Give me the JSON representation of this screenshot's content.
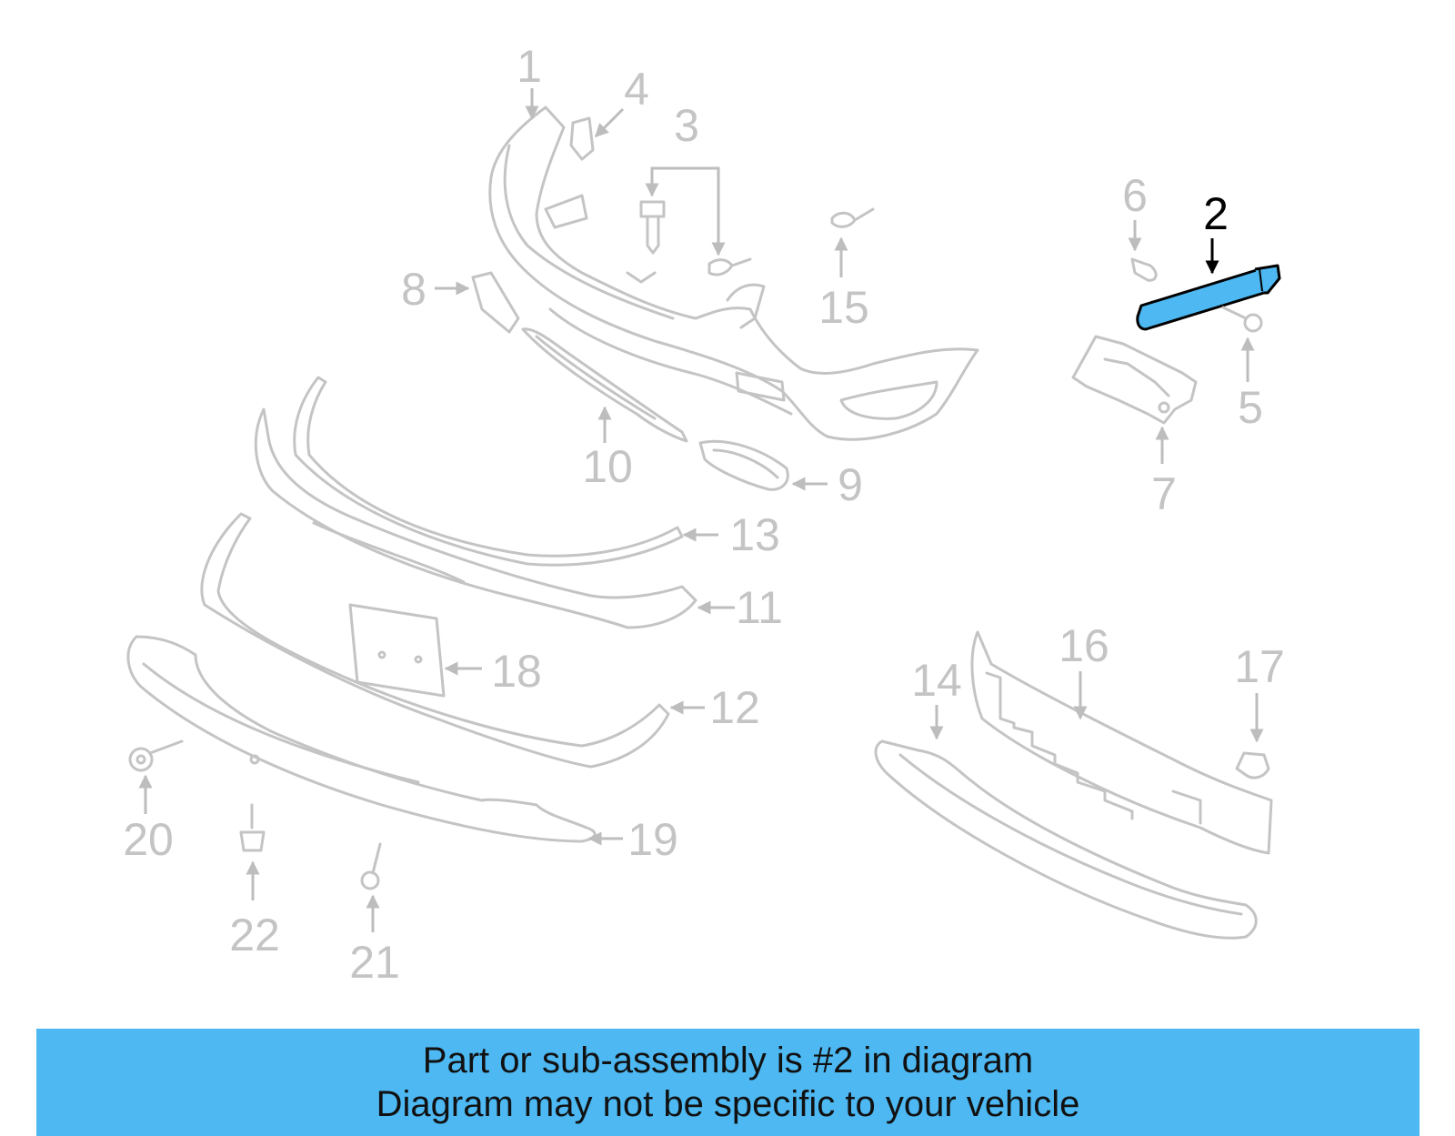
{
  "diagram": {
    "highlighted_part": "2",
    "highlight_color": "#4db8f2",
    "callouts": {
      "c1": "1",
      "c2": "2",
      "c3": "3",
      "c4": "4",
      "c5": "5",
      "c6": "6",
      "c7": "7",
      "c8": "8",
      "c9": "9",
      "c10": "10",
      "c11": "11",
      "c12": "12",
      "c13": "13",
      "c14": "14",
      "c15": "15",
      "c16": "16",
      "c17": "17",
      "c18": "18",
      "c19": "19",
      "c20": "20",
      "c21": "21",
      "c22": "22"
    }
  },
  "banner": {
    "line1": "Part or sub-assembly is #2 in diagram",
    "line2": "Diagram may not be specific to your vehicle",
    "background": "#4db8f2"
  }
}
